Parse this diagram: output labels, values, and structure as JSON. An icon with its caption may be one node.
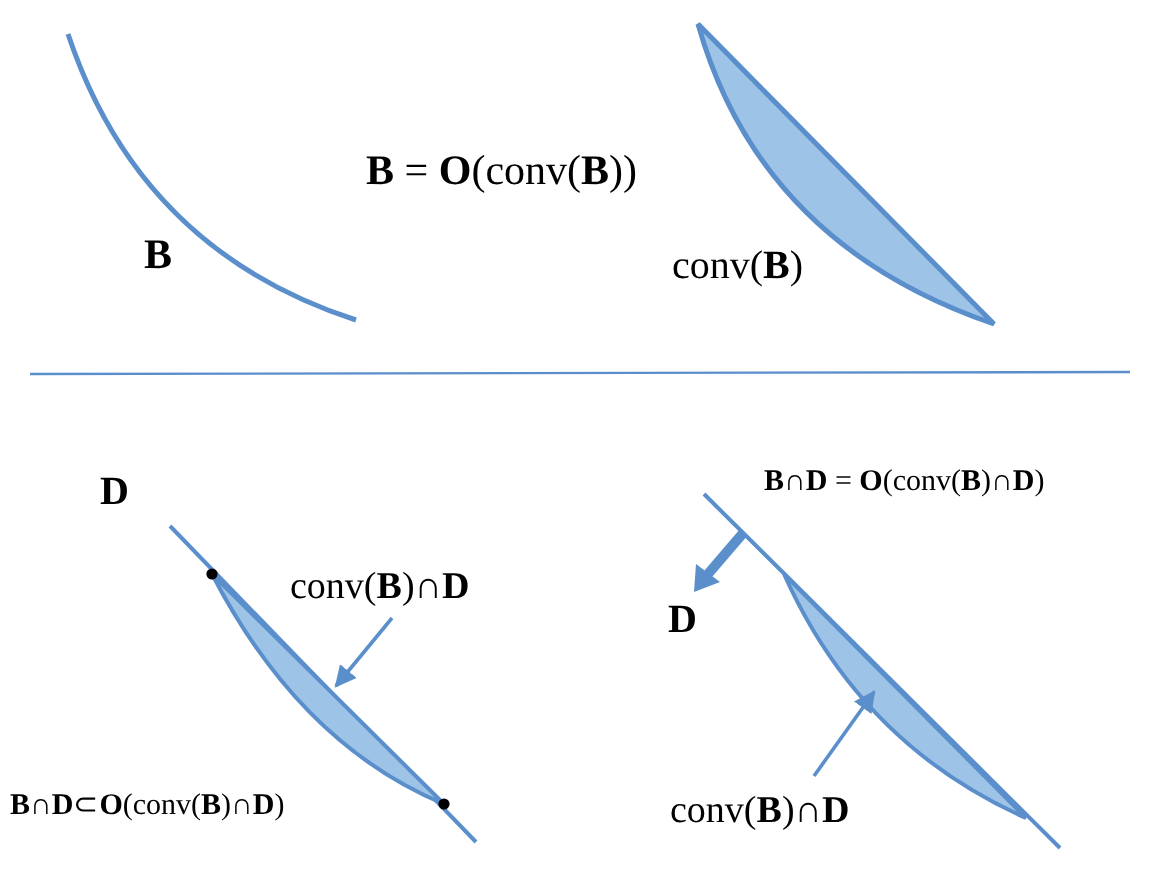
{
  "diagram": {
    "nodes": [
      {
        "text": [
          "conv(**B**)∩**D**"
        ]
      },
      {
        "text": [],
        "shape": "lens"
      },
      {
        "text": [
          "conv(**B**)∩**D**"
        ]
      },
      {
        "text": [],
        "shape": "lens"
      }
    ],
    "edges": [
      {
        "from": 0,
        "to": 1,
        "arrow": "to"
      },
      {
        "from": 2,
        "to": 3,
        "arrow": "to"
      }
    ],
    "labels": [
      "**B** = **O**(conv(**B**))",
      "**B**",
      "conv(**B**)",
      "**B**∩**D** = **O**(conv(**B**)∩**D**)",
      "**D**",
      "**D**",
      "**B**∩**D**⊂**O**(conv(**B**)∩**D**)"
    ]
  }
}
